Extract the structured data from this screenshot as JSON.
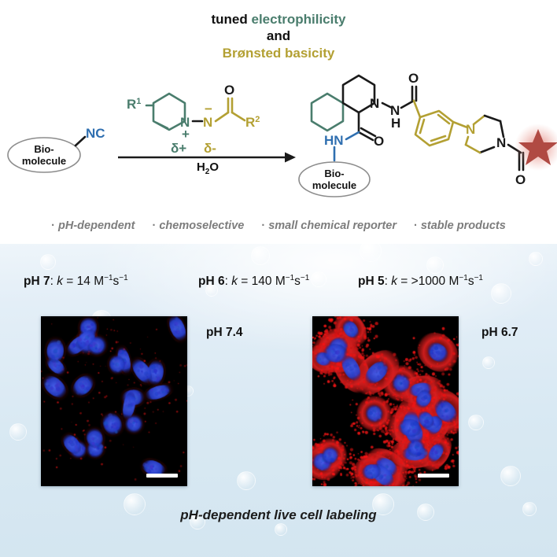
{
  "headline": {
    "line1_plain": "tuned ",
    "line1_accent": "electrophilicity",
    "line2": "and",
    "line3": "Brønsted basicity",
    "accent_color": "#4a7d6d",
    "line3_color": "#b3a033"
  },
  "scheme": {
    "reactant_ellipse_line1": "Bio-",
    "reactant_ellipse_line2": "molecule",
    "reactant_group": "NC",
    "reagent": {
      "r1_label": "R",
      "r1_sup": "1",
      "r2_label": "R",
      "r2_sup": "2",
      "ring_n": "N",
      "ring_n_charge": "+",
      "amide_n": "N",
      "amide_n_charge": "−",
      "carbonyl_o": "O",
      "delta_plus": "δ+",
      "delta_minus": "δ-"
    },
    "arrow_condition": "H",
    "arrow_condition_sub": "2",
    "arrow_condition_tail": "O",
    "product": {
      "ellipse_line1": "Bio-",
      "ellipse_line2": "molecule",
      "hn_label": "HN",
      "amide_o1": "O",
      "piperidine_n": "N",
      "hydrazide_n": "N",
      "hydrazide_h": "H",
      "benzoyl_o": "O",
      "piperazine_n1": "N",
      "piperazine_n2": "N",
      "terminal_o": "O",
      "fluorophore": "star-fluorophore",
      "fluorophore_color": "#b04a43"
    }
  },
  "features": [
    "pH-dependent",
    "chemoselective",
    "small chemical reporter",
    "stable products"
  ],
  "feature_bullet_glyph": "·",
  "kinetics": [
    {
      "ph_label": "pH 7",
      "k_symbol": "k",
      "value": "14",
      "units_M": "M",
      "units_M_sup": "−1",
      "units_s": "s",
      "units_s_sup": "−1"
    },
    {
      "ph_label": "pH 6",
      "k_symbol": "k",
      "value": "140",
      "units_M": "M",
      "units_M_sup": "−1",
      "units_s": "s",
      "units_s_sup": "−1"
    },
    {
      "ph_label": "pH 5",
      "k_symbol": "k",
      "value": ">1000",
      "units_M": "M",
      "units_M_sup": "−1",
      "units_s": "s",
      "units_s_sup": "−1"
    }
  ],
  "micrographs": [
    {
      "label": "pH 7.4",
      "condition": "low-labeling",
      "nuclei_color": "#2a44c8",
      "membrane_color": "#cf2020",
      "membrane_intensity": "low",
      "background": "#000000",
      "scalebar": "white-scale-bar"
    },
    {
      "label": "pH 6.7",
      "condition": "high-labeling",
      "nuclei_color": "#2a44c8",
      "membrane_color": "#d81f1f",
      "membrane_intensity": "high",
      "background": "#000000",
      "scalebar": "white-scale-bar"
    }
  ],
  "caption": "pH-dependent live cell labeling",
  "panel_background_color": "#d9e9f3"
}
